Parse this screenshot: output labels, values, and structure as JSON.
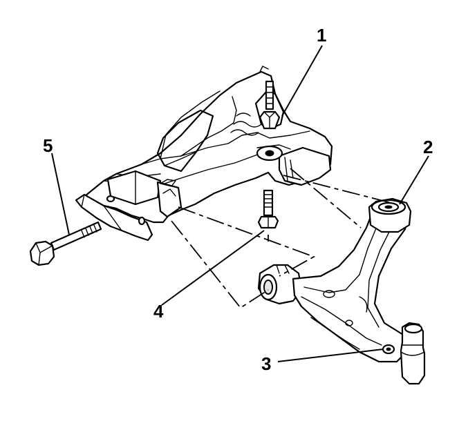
{
  "callouts": [
    {
      "id": "1",
      "label": "1"
    },
    {
      "id": "2",
      "label": "2"
    },
    {
      "id": "3",
      "label": "3"
    },
    {
      "id": "4",
      "label": "4"
    },
    {
      "id": "5",
      "label": "5"
    }
  ],
  "colors": {
    "line": "#000000",
    "background": "#ffffff",
    "shade": "#e6e6e6"
  }
}
